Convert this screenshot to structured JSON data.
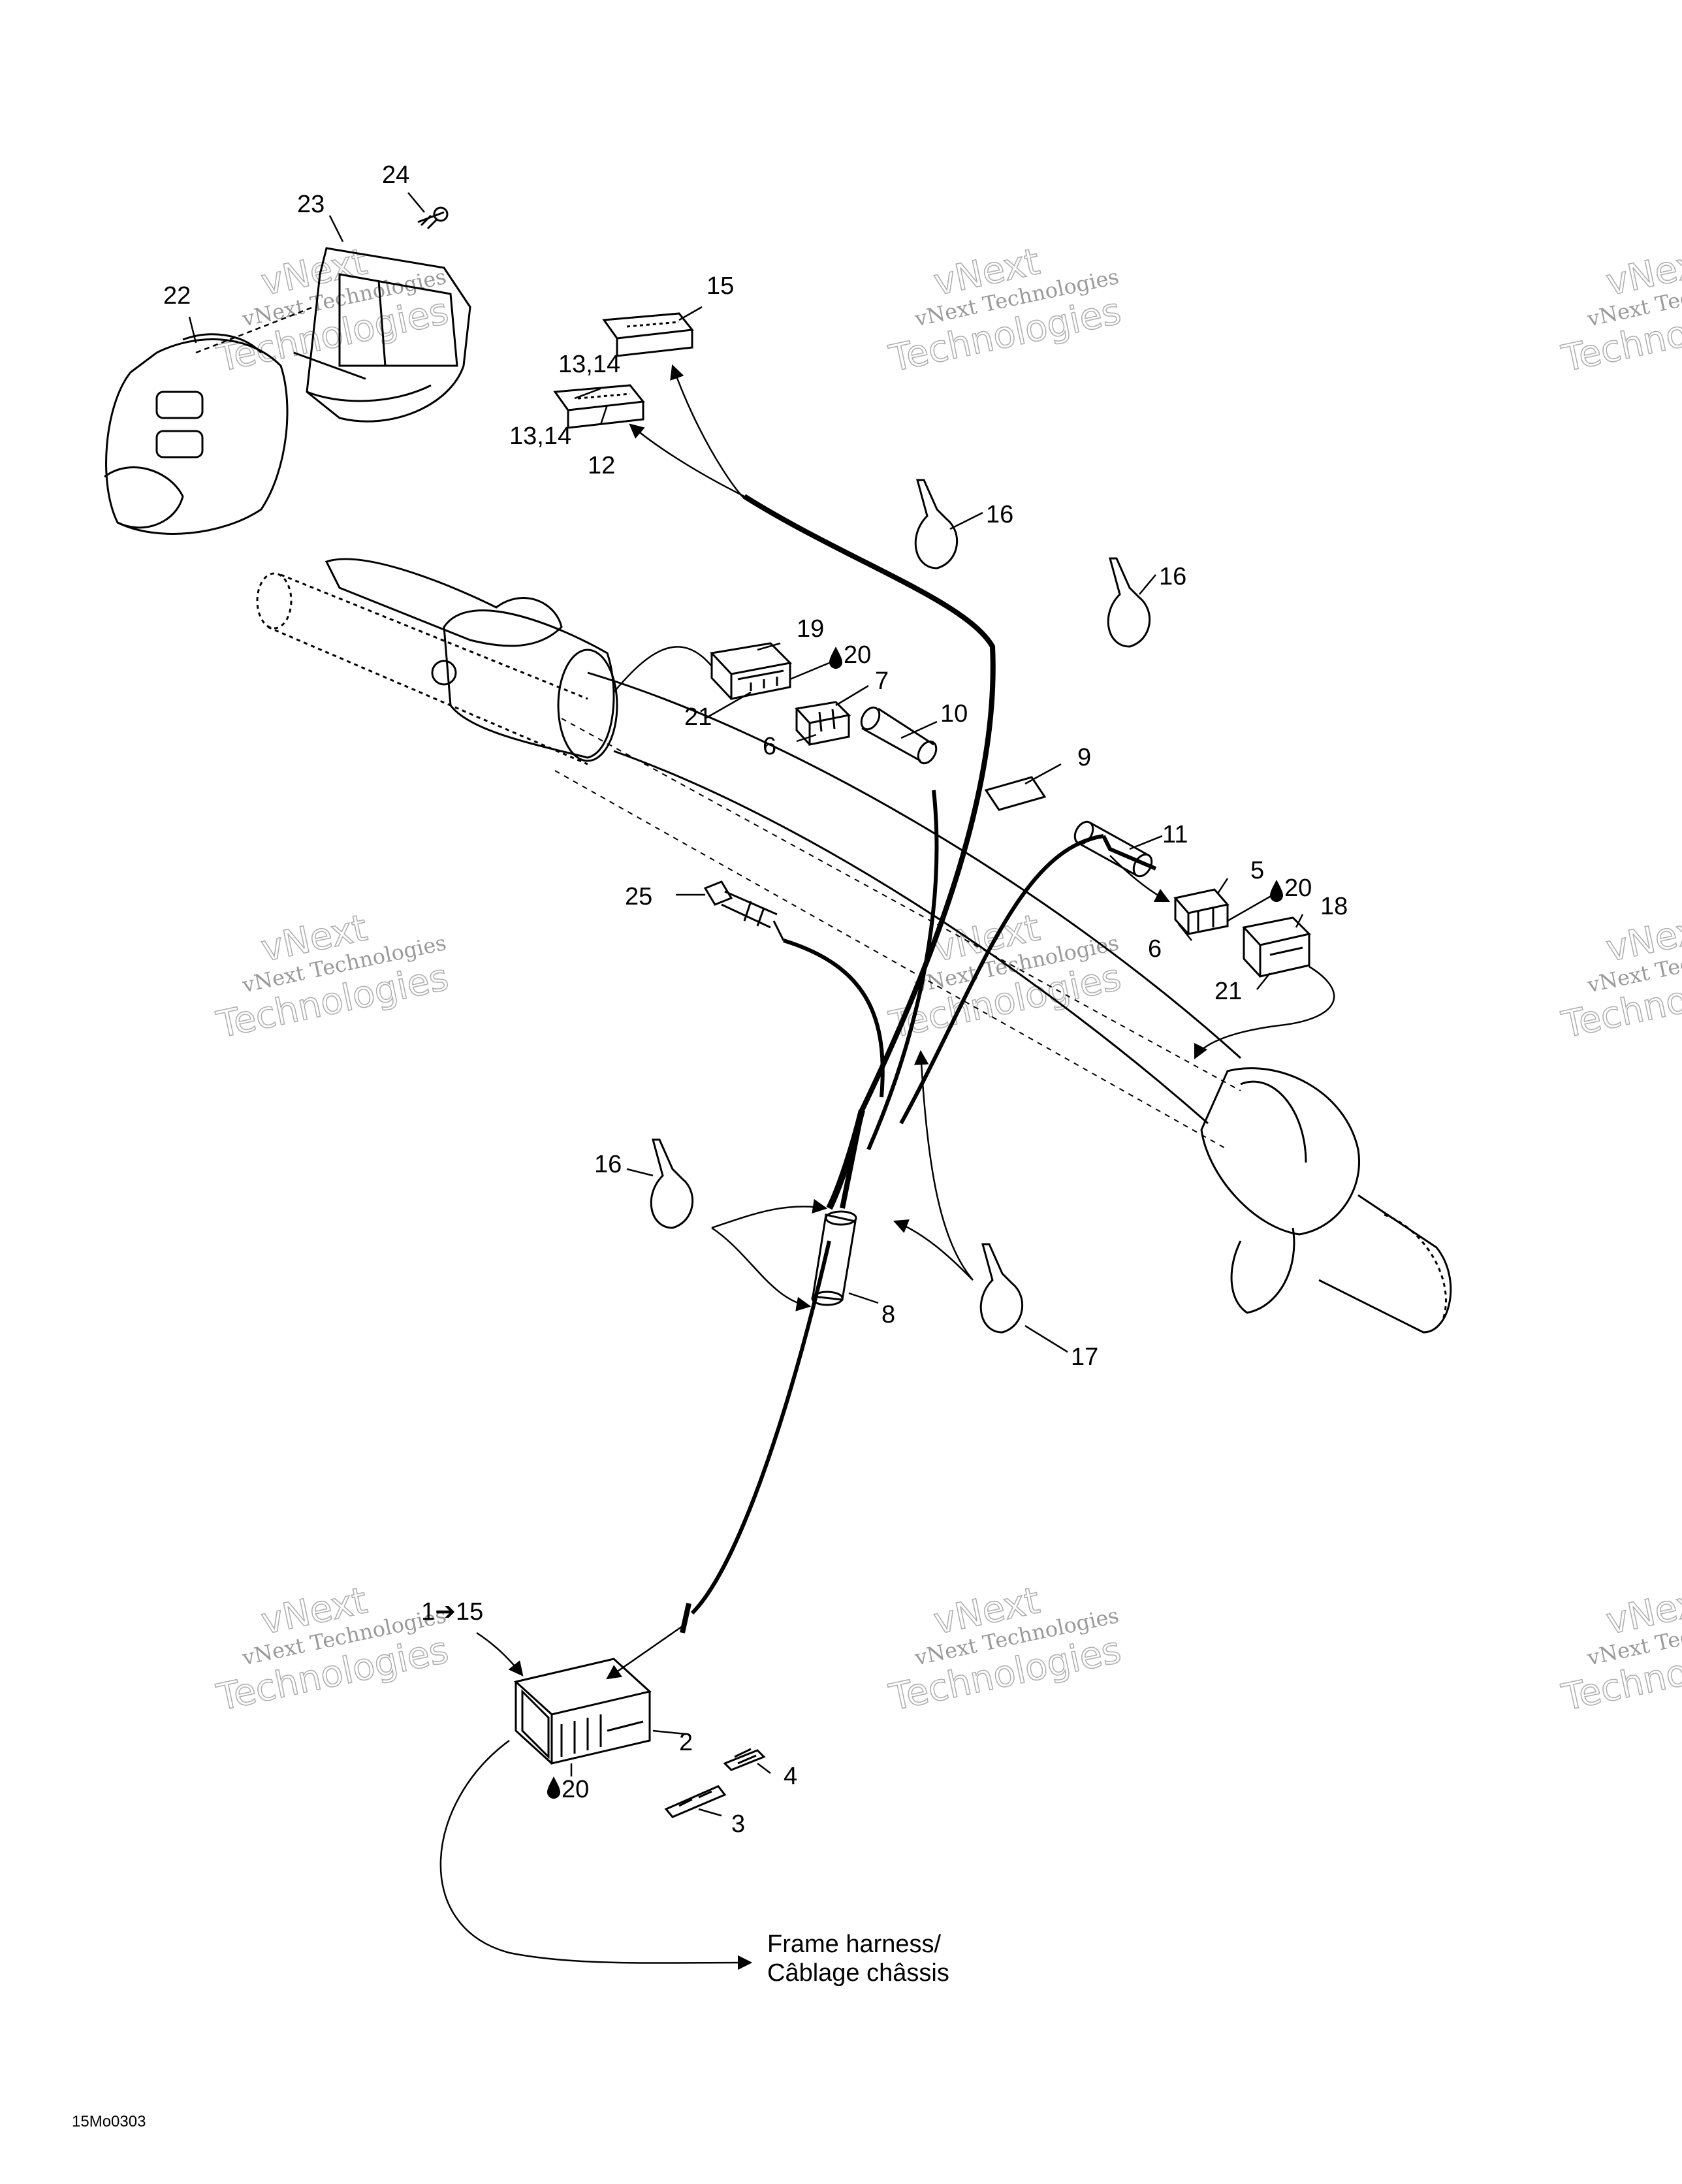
{
  "labels": {
    "l1": "24",
    "l2": "23",
    "l3": "22",
    "l4": "15",
    "l5": "13,14",
    "l6": "13,14",
    "l7": "12",
    "l8": "16",
    "l9": "16",
    "l10": "19",
    "l11": "20",
    "l12": "21",
    "l13": "7",
    "l14": "10",
    "l15": "6",
    "l16": "9",
    "l17": "11",
    "l18": "25",
    "l19": "5",
    "l20": "20",
    "l21": "6",
    "l22": "18",
    "l23": "21",
    "l24": "16",
    "l25": "8",
    "l26": "17",
    "l27": "1➔15",
    "l28": "2",
    "l29": "20",
    "l30": "4",
    "l31": "3"
  },
  "destination": {
    "line1": "Frame harness/",
    "line2": "Câblage châssis"
  },
  "figure_code": "15Mo0303",
  "watermark": {
    "line1": "vNext Technologies",
    "line2": "vNext",
    "line3": "Technologies"
  },
  "colors": {
    "line": "#000000",
    "watermark": "#9a9a9a"
  }
}
